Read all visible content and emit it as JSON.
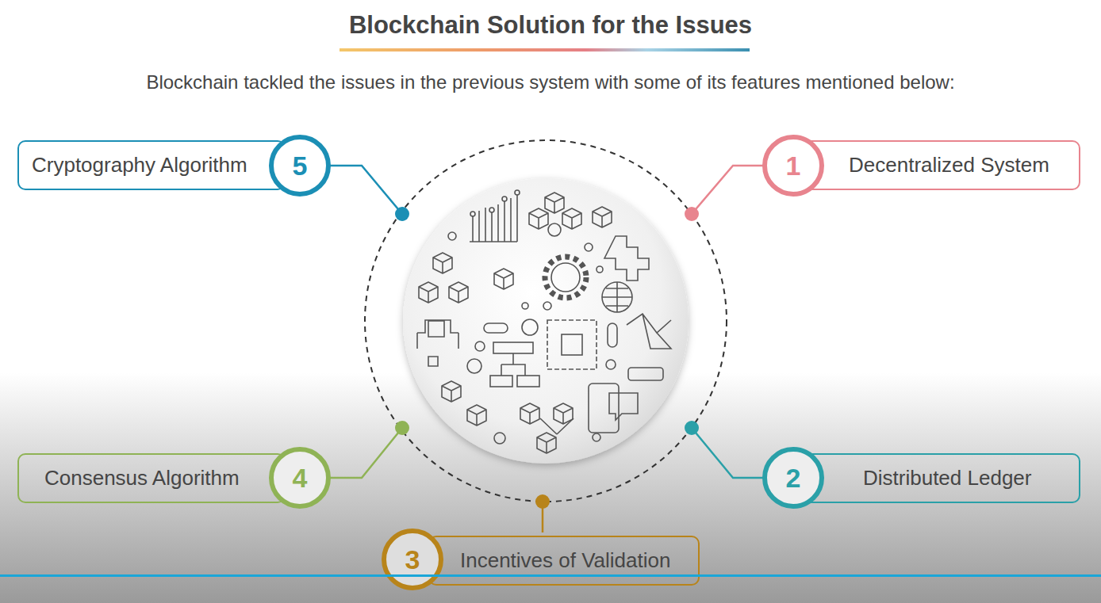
{
  "diagram": {
    "title": "Blockchain Solution for the Issues",
    "nodes": [
      {
        "text": [
          "Cryptography Algorithm"
        ]
      },
      {
        "text": [
          "5"
        ]
      },
      {
        "text": [
          "1"
        ]
      },
      {
        "text": [
          "Decentralized System"
        ]
      },
      {
        "text": [
          "Consensus Algorithm"
        ]
      },
      {
        "text": [
          "4"
        ]
      },
      {
        "text": [
          "2"
        ]
      },
      {
        "text": [
          "Distributed Ledger"
        ]
      },
      {
        "text": [
          "3"
        ]
      },
      {
        "text": [
          "Incentives of Validation"
        ]
      }
    ],
    "labels": [
      "Blockchain tackled the issues in the previous system with some of its features mentioned below:"
    ]
  }
}
